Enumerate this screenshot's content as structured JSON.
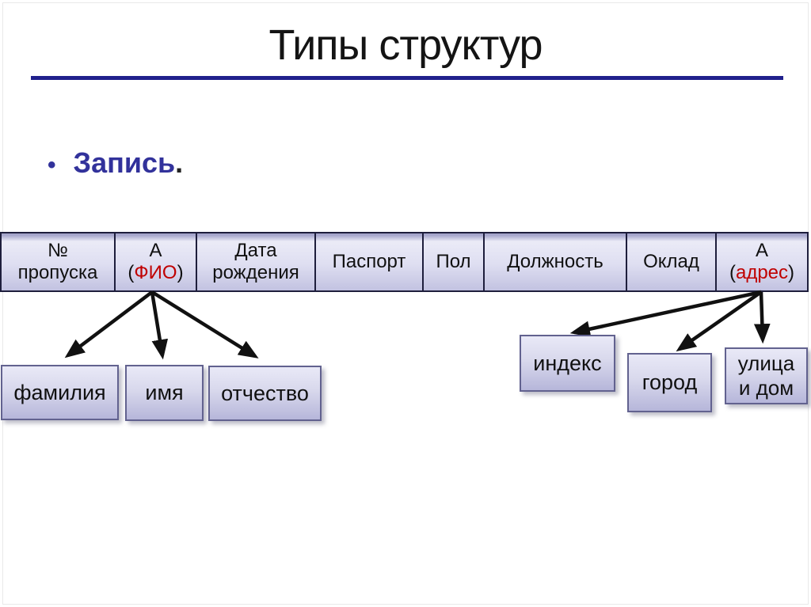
{
  "slide": {
    "title": "Типы структур",
    "bullet_marker": "•",
    "bullet_text": "Запись",
    "bullet_period": "."
  },
  "record": {
    "fields": [
      {
        "line1": "№",
        "line2": "пропуска"
      },
      {
        "line1": "А",
        "open": "(",
        "red": "ФИО",
        "close": ")"
      },
      {
        "line1": "Дата",
        "line2": "рождения"
      },
      {
        "line1": "Паспорт"
      },
      {
        "line1": "Пол"
      },
      {
        "line1": "Должность"
      },
      {
        "line1": "Оклад"
      },
      {
        "line1": "А",
        "open": "(",
        "red": "адрес",
        "close": ")"
      }
    ]
  },
  "fio_boxes": {
    "surname": "фамилия",
    "name": "имя",
    "patronymic": "отчество"
  },
  "address_boxes": {
    "zip": "индекс",
    "city": "город",
    "street_line1": "улица",
    "street_line2": "и дом"
  },
  "colors": {
    "underline": "#20208c",
    "bullet_blue": "#32329b",
    "highlight_red": "#c00000",
    "cell_border": "#1e1e3c"
  }
}
